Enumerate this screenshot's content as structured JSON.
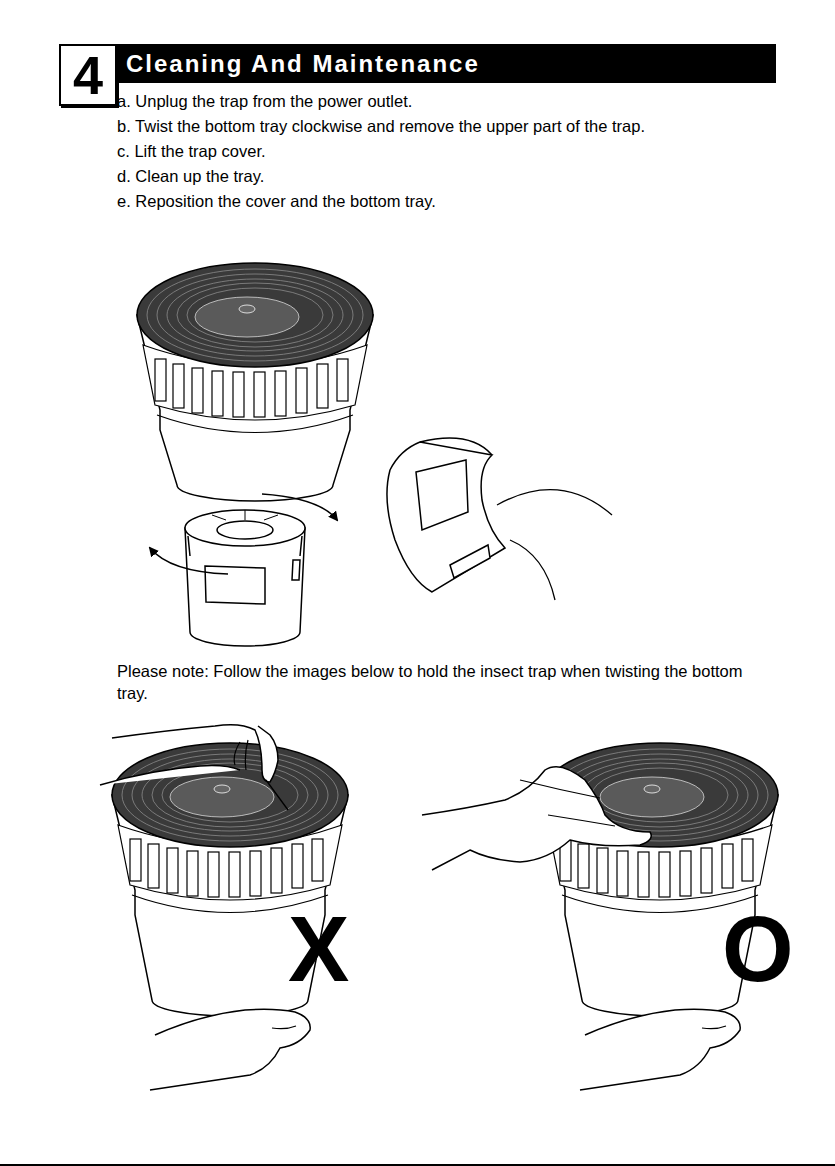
{
  "diagram": {
    "title": "Cleaning And Maintenance",
    "nodes": [
      {
        "text": [
          "4"
        ]
      }
    ],
    "labels": [
      "a. Unplug the trap from the power outlet.",
      "b. Twist the bottom tray clockwise and remove the upper part of the trap.",
      "c. Lift the trap cover.",
      "d. Clean up the tray.",
      "e. Reposition the cover and the bottom tray.",
      "Please note: Follow the images below to hold the insect trap when twisting the bottom tray.",
      "X",
      "O"
    ]
  }
}
